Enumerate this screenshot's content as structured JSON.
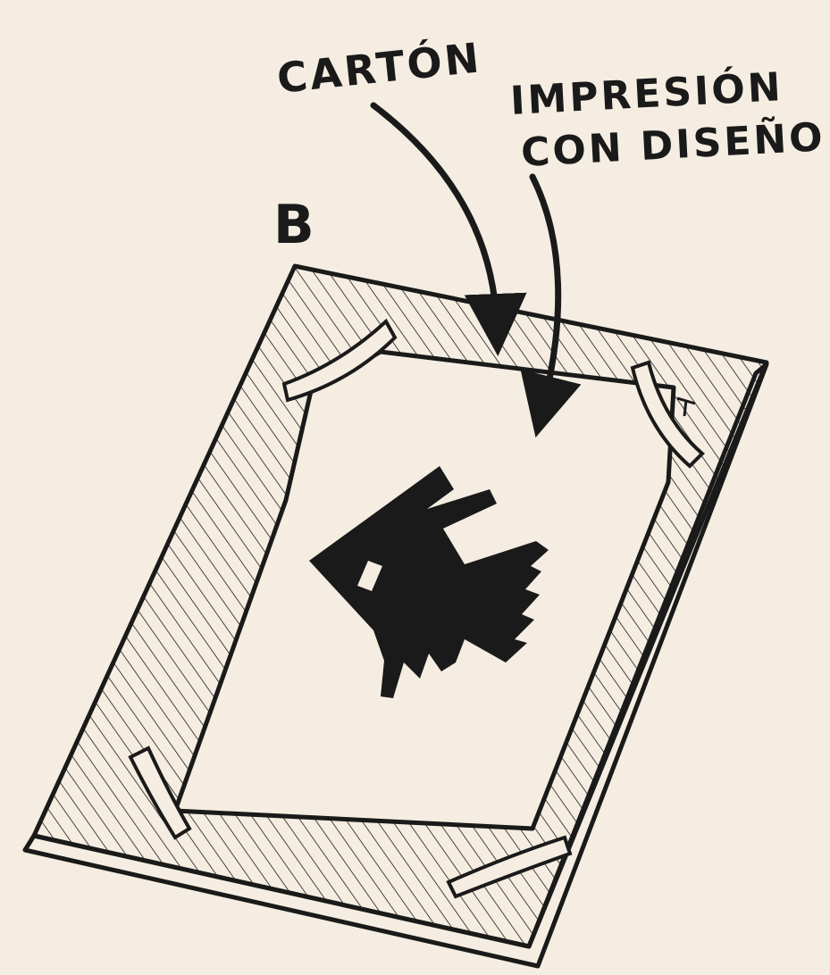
{
  "labels": {
    "cardboard": "CARTÓN",
    "print_line1": "IMPRESIÓN",
    "print_line2": "CON DISEÑO",
    "panel_letter": "B"
  },
  "colors": {
    "background": "#f5ede1",
    "ink": "#1a1a1a",
    "paper": "#f5ede1"
  },
  "icons": {
    "design": "bird-motif-icon",
    "tape": "masking-tape-icon",
    "arrow": "curved-arrow-icon"
  }
}
